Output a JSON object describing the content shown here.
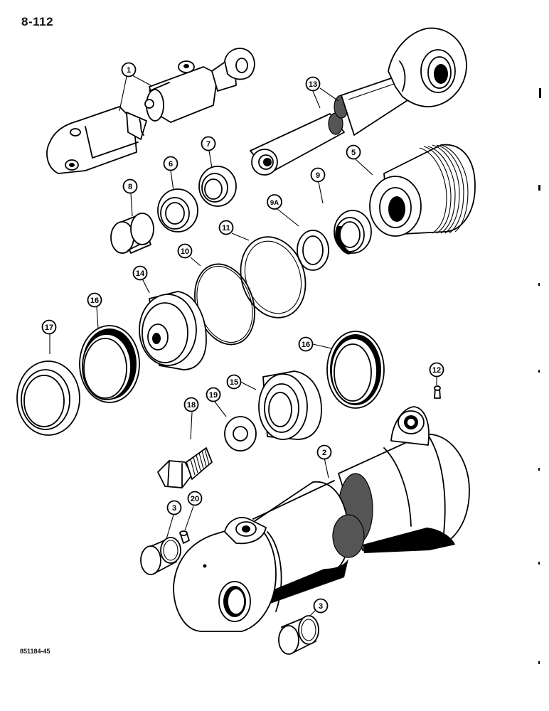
{
  "page": {
    "number": "8-112",
    "figure_code": "851184-45"
  },
  "callouts": [
    {
      "id": "c1",
      "label": "1"
    },
    {
      "id": "c2",
      "label": "2"
    },
    {
      "id": "c3a",
      "label": "3"
    },
    {
      "id": "c3b",
      "label": "3"
    },
    {
      "id": "c5",
      "label": "5"
    },
    {
      "id": "c6",
      "label": "6"
    },
    {
      "id": "c7",
      "label": "7"
    },
    {
      "id": "c8",
      "label": "8"
    },
    {
      "id": "c9",
      "label": "9"
    },
    {
      "id": "c9a",
      "label": "9A"
    },
    {
      "id": "c10",
      "label": "10"
    },
    {
      "id": "c11",
      "label": "11"
    },
    {
      "id": "c12",
      "label": "12"
    },
    {
      "id": "c13",
      "label": "13"
    },
    {
      "id": "c14",
      "label": "14"
    },
    {
      "id": "c15",
      "label": "15"
    },
    {
      "id": "c16a",
      "label": "16"
    },
    {
      "id": "c16b",
      "label": "16"
    },
    {
      "id": "c17",
      "label": "17"
    },
    {
      "id": "c18",
      "label": "18"
    },
    {
      "id": "c19",
      "label": "19"
    },
    {
      "id": "c20",
      "label": "20"
    }
  ]
}
